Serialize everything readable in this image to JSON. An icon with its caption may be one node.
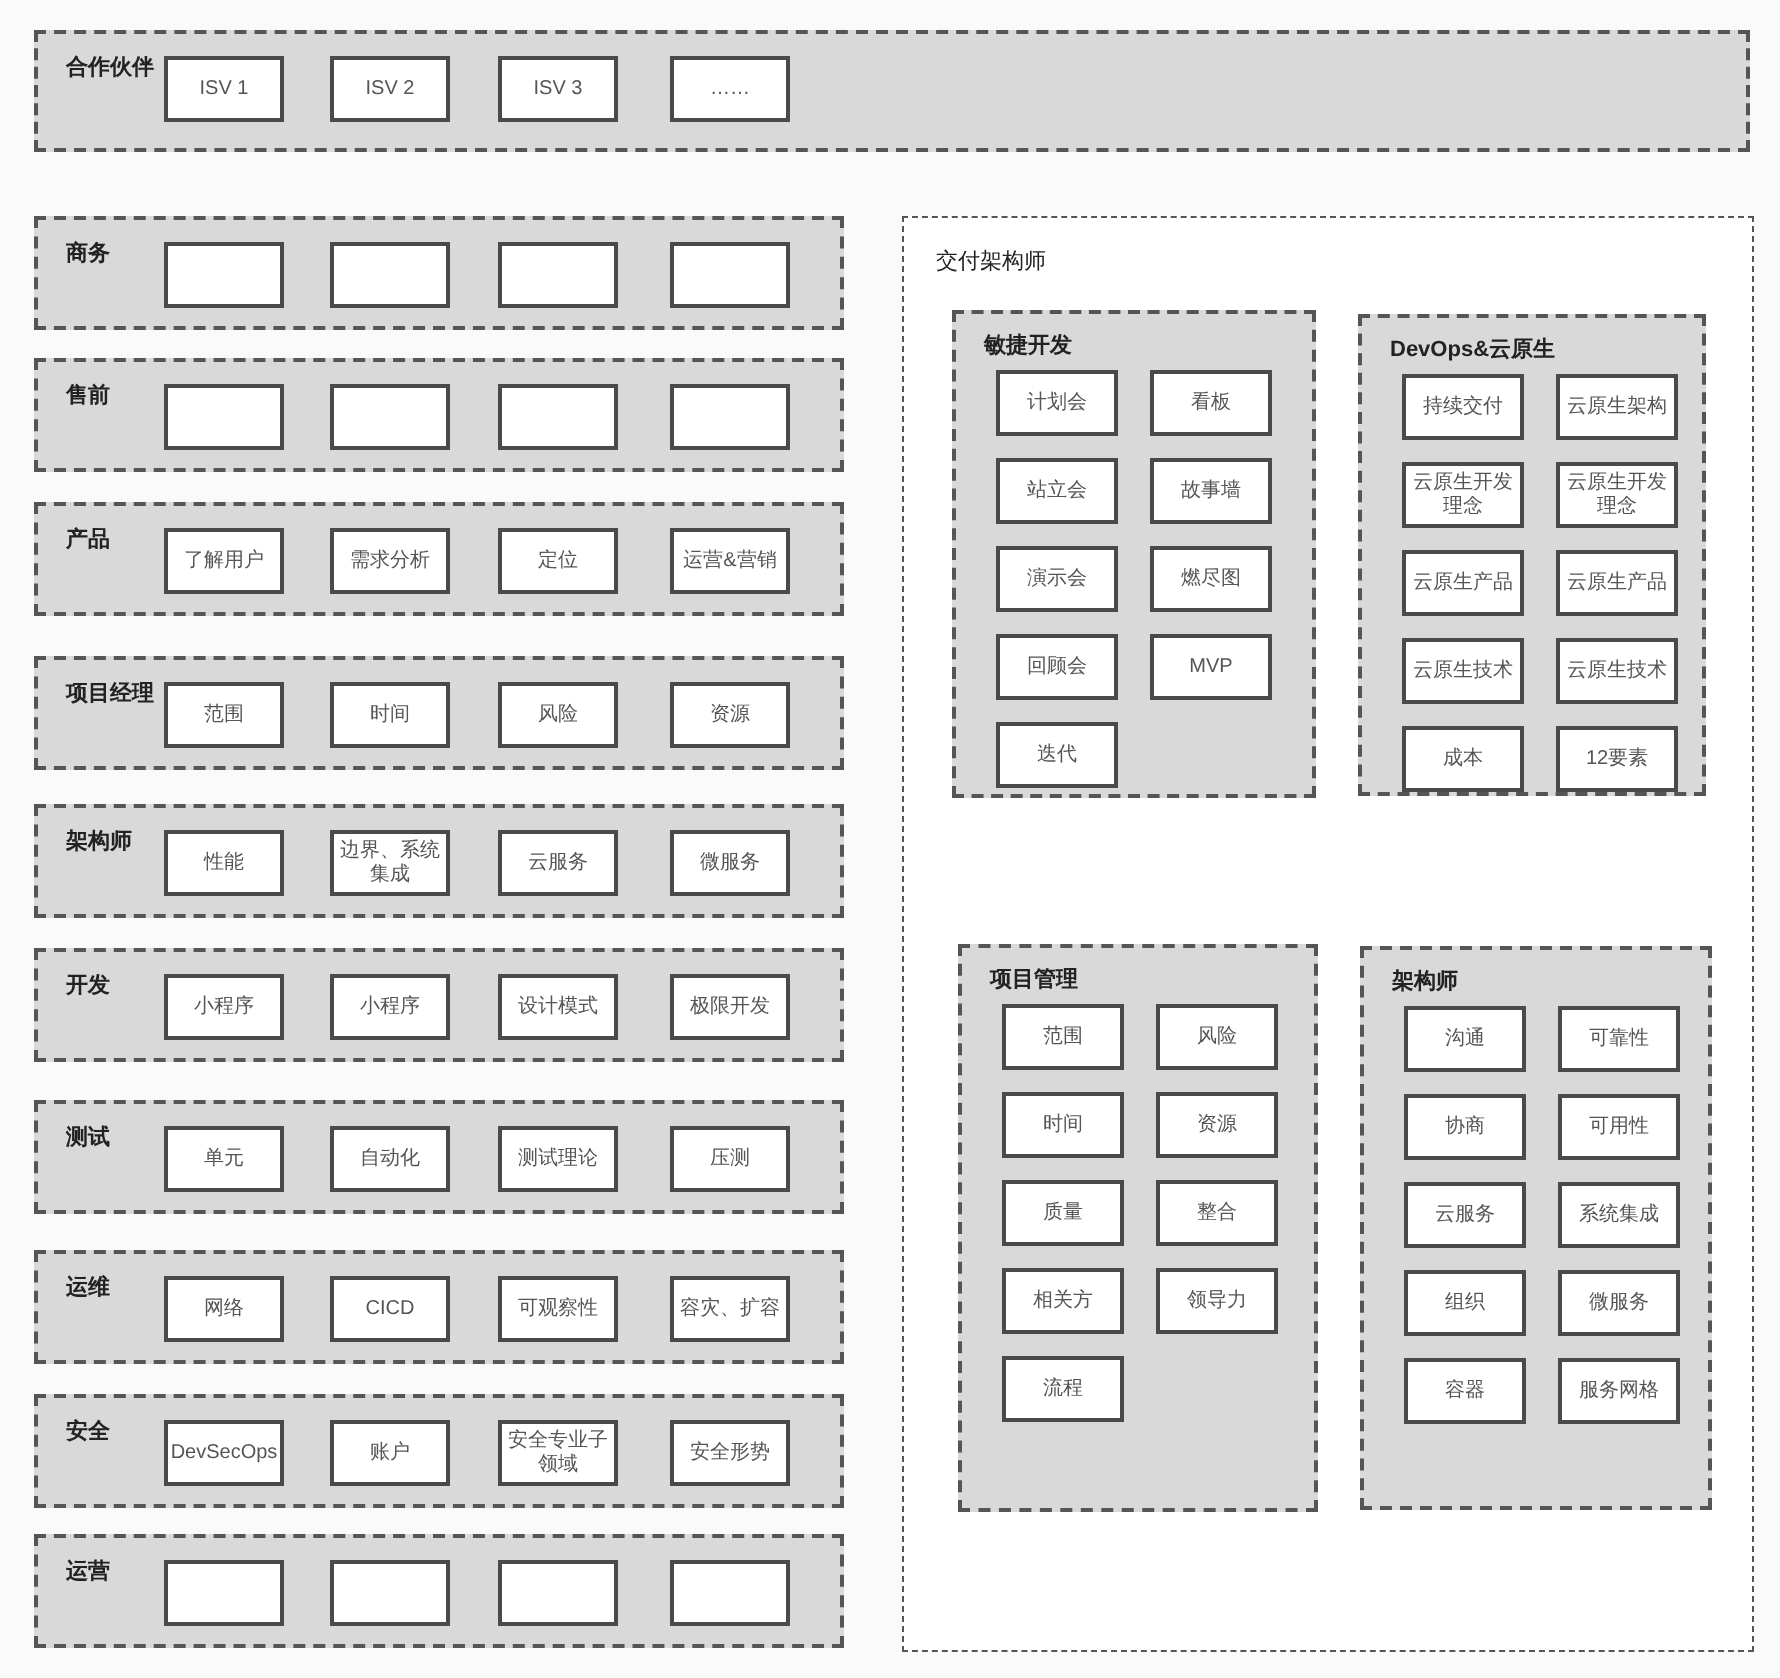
{
  "diagram": {
    "nodes": [
      {
        "text": [
          "合作伙伴"
        ]
      },
      {
        "text": [
          "ISV 1"
        ],
        "in": 0
      },
      {
        "text": [
          "ISV 2"
        ],
        "in": 0
      },
      {
        "text": [
          "ISV 3"
        ],
        "in": 0
      },
      {
        "text": [
          "……"
        ],
        "in": 0
      },
      {
        "text": [
          "商务"
        ]
      },
      {
        "text": [],
        "shape": "box",
        "in": 5
      },
      {
        "text": [],
        "shape": "box",
        "in": 5
      },
      {
        "text": [],
        "shape": "box",
        "in": 5
      },
      {
        "text": [],
        "shape": "box",
        "in": 5
      },
      {
        "text": [
          "售前"
        ]
      },
      {
        "text": [],
        "shape": "box",
        "in": 10
      },
      {
        "text": [],
        "shape": "box",
        "in": 10
      },
      {
        "text": [],
        "shape": "box",
        "in": 10
      },
      {
        "text": [],
        "shape": "box",
        "in": 10
      },
      {
        "text": [
          "产品"
        ]
      },
      {
        "text": [
          "了解用户"
        ],
        "in": 15
      },
      {
        "text": [
          "需求分析"
        ],
        "in": 15
      },
      {
        "text": [
          "定位"
        ],
        "in": 15
      },
      {
        "text": [
          "运营&营销"
        ],
        "in": 15
      },
      {
        "text": [
          "项目经理"
        ]
      },
      {
        "text": [
          "范围"
        ],
        "in": 20
      },
      {
        "text": [
          "时间"
        ],
        "in": 20
      },
      {
        "text": [
          "风险"
        ],
        "in": 20
      },
      {
        "text": [
          "资源"
        ],
        "in": 20
      },
      {
        "text": [
          "架构师"
        ]
      },
      {
        "text": [
          "性能"
        ],
        "in": 25
      },
      {
        "text": [
          "边界、系统集成"
        ],
        "in": 25
      },
      {
        "text": [
          "云服务"
        ],
        "in": 25
      },
      {
        "text": [
          "微服务"
        ],
        "in": 25
      },
      {
        "text": [
          "开发"
        ]
      },
      {
        "text": [
          "小程序"
        ],
        "in": 30
      },
      {
        "text": [
          "小程序"
        ],
        "in": 30
      },
      {
        "text": [
          "设计模式"
        ],
        "in": 30
      },
      {
        "text": [
          "极限开发"
        ],
        "in": 30
      },
      {
        "text": [
          "测试"
        ]
      },
      {
        "text": [
          "单元"
        ],
        "in": 35
      },
      {
        "text": [
          "自动化"
        ],
        "in": 35
      },
      {
        "text": [
          "测试理论"
        ],
        "in": 35
      },
      {
        "text": [
          "压测"
        ],
        "in": 35
      },
      {
        "text": [
          "运维"
        ]
      },
      {
        "text": [
          "网络"
        ],
        "in": 40
      },
      {
        "text": [
          "CICD"
        ],
        "in": 40
      },
      {
        "text": [
          "可观察性"
        ],
        "in": 40
      },
      {
        "text": [
          "容灾、扩容"
        ],
        "in": 40
      },
      {
        "text": [
          "安全"
        ]
      },
      {
        "text": [
          "DevSecOps"
        ],
        "in": 45
      },
      {
        "text": [
          "账户"
        ],
        "in": 45
      },
      {
        "text": [
          "安全专业子领域"
        ],
        "in": 45
      },
      {
        "text": [
          "安全形势"
        ],
        "in": 45
      },
      {
        "text": [
          "运营"
        ]
      },
      {
        "text": [],
        "shape": "box",
        "in": 50
      },
      {
        "text": [],
        "shape": "box",
        "in": 50
      },
      {
        "text": [],
        "shape": "box",
        "in": 50
      },
      {
        "text": [],
        "shape": "box",
        "in": 50
      },
      {
        "text": [
          "交付架构师"
        ]
      },
      {
        "text": [
          "敏捷开发"
        ],
        "in": 55
      },
      {
        "text": [
          "计划会"
        ],
        "in": 56
      },
      {
        "text": [
          "看板"
        ],
        "in": 56
      },
      {
        "text": [
          "站立会"
        ],
        "in": 56
      },
      {
        "text": [
          "故事墙"
        ],
        "in": 56
      },
      {
        "text": [
          "演示会"
        ],
        "in": 56
      },
      {
        "text": [
          "燃尽图"
        ],
        "in": 56
      },
      {
        "text": [
          "回顾会"
        ],
        "in": 56
      },
      {
        "text": [
          "MVP"
        ],
        "in": 56
      },
      {
        "text": [
          "迭代"
        ],
        "in": 56
      },
      {
        "text": [
          "DevOps&云原生"
        ],
        "in": 55
      },
      {
        "text": [
          "持续交付"
        ],
        "in": 66
      },
      {
        "text": [
          "云原生架构"
        ],
        "in": 66
      },
      {
        "text": [
          "云原生开发理念"
        ],
        "in": 66
      },
      {
        "text": [
          "云原生开发理念"
        ],
        "in": 66
      },
      {
        "text": [
          "云原生产品"
        ],
        "in": 66
      },
      {
        "text": [
          "云原生产品"
        ],
        "in": 66
      },
      {
        "text": [
          "云原生技术"
        ],
        "in": 66
      },
      {
        "text": [
          "云原生技术"
        ],
        "in": 66
      },
      {
        "text": [
          "成本"
        ],
        "in": 66
      },
      {
        "text": [
          "12要素"
        ],
        "in": 66
      },
      {
        "text": [
          "项目管理"
        ],
        "in": 55
      },
      {
        "text": [
          "范围"
        ],
        "in": 77
      },
      {
        "text": [
          "风险"
        ],
        "in": 77
      },
      {
        "text": [
          "时间"
        ],
        "in": 77
      },
      {
        "text": [
          "资源"
        ],
        "in": 77
      },
      {
        "text": [
          "质量"
        ],
        "in": 77
      },
      {
        "text": [
          "整合"
        ],
        "in": 77
      },
      {
        "text": [
          "相关方"
        ],
        "in": 77
      },
      {
        "text": [
          "领导力"
        ],
        "in": 77
      },
      {
        "text": [
          "流程"
        ],
        "in": 77
      },
      {
        "text": [
          "架构师"
        ],
        "in": 55
      },
      {
        "text": [
          "沟通"
        ],
        "in": 87
      },
      {
        "text": [
          "可靠性"
        ],
        "in": 87
      },
      {
        "text": [
          "协商"
        ],
        "in": 87
      },
      {
        "text": [
          "可用性"
        ],
        "in": 87
      },
      {
        "text": [
          "云服务"
        ],
        "in": 87
      },
      {
        "text": [
          "系统集成"
        ],
        "in": 87
      },
      {
        "text": [
          "组织"
        ],
        "in": 87
      },
      {
        "text": [
          "微服务"
        ],
        "in": 87
      },
      {
        "text": [
          "容器"
        ],
        "in": 87
      },
      {
        "text": [
          "服务网格"
        ],
        "in": 87
      }
    ]
  }
}
